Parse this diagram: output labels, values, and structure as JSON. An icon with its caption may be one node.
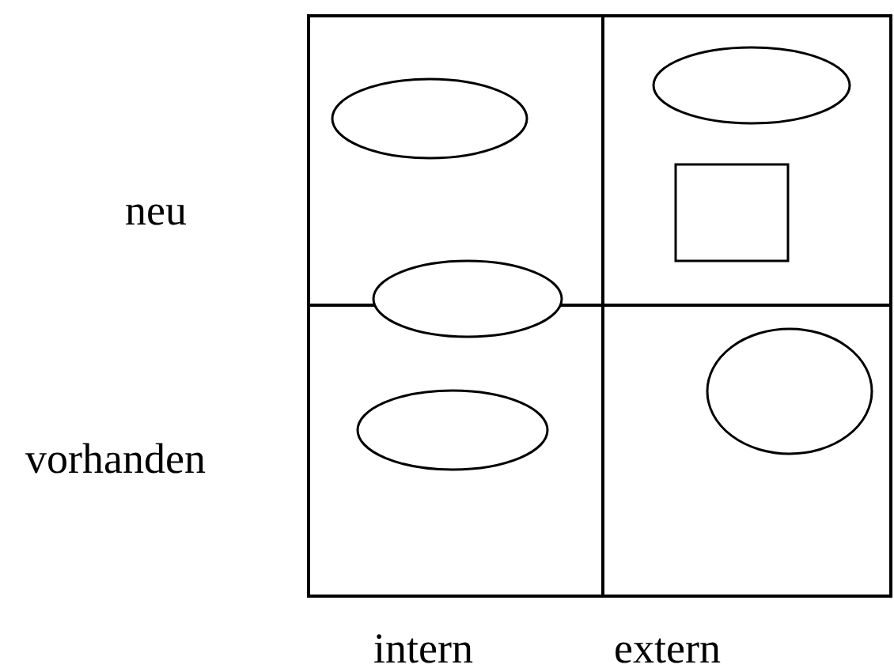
{
  "diagram": {
    "nodes": [
      {
        "text": [],
        "shape": "ellipse"
      },
      {
        "text": [],
        "shape": "ellipse"
      },
      {
        "text": [],
        "shape": "box"
      },
      {
        "text": [],
        "shape": "ellipse"
      },
      {
        "text": [],
        "shape": "circle"
      },
      {
        "text": [],
        "shape": "ellipse"
      }
    ],
    "edges": [],
    "labels": [
      "neu",
      "vorhanden",
      "intern",
      "extern"
    ]
  }
}
